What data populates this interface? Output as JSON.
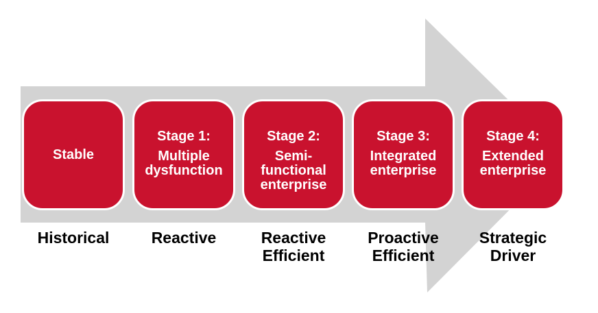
{
  "colors": {
    "arrow-gray": "#D3D3D3",
    "box-red": "#C9122E",
    "box-text": "#FFFFFF",
    "label-text": "#000000"
  },
  "diagram": {
    "type": "maturity-stage-arrow",
    "arrow_direction": "right",
    "stages": [
      {
        "box_title": "",
        "box_lines": [
          "Stable"
        ],
        "label_lines": [
          "Historical"
        ]
      },
      {
        "box_title": "Stage 1:",
        "box_lines": [
          "Multiple",
          "dysfunction"
        ],
        "label_lines": [
          "Reactive"
        ]
      },
      {
        "box_title": "Stage 2:",
        "box_lines": [
          "Semi-",
          "functional",
          "enterprise"
        ],
        "label_lines": [
          "Reactive",
          "Efficient"
        ]
      },
      {
        "box_title": "Stage 3:",
        "box_lines": [
          "Integrated",
          "enterprise"
        ],
        "label_lines": [
          "Proactive",
          "Efficient"
        ]
      },
      {
        "box_title": "Stage 4:",
        "box_lines": [
          "Extended",
          "enterprise"
        ],
        "label_lines": [
          "Strategic",
          "Driver"
        ]
      }
    ]
  }
}
